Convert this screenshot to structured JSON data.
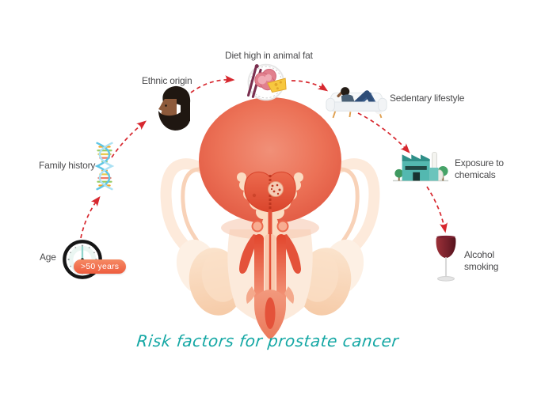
{
  "title": {
    "text": "Risk factors for prostate cancer",
    "color": "#14a7a4"
  },
  "factors": [
    {
      "label": "Age",
      "icon": "clock-icon",
      "badge": ">50 years"
    },
    {
      "label": "Family history",
      "icon": "dna-icon"
    },
    {
      "label": "Ethnic origin",
      "icon": "man-profile-icon"
    },
    {
      "label": "Diet high in animal fat",
      "icon": "food-plate-icon"
    },
    {
      "label": "Sedentary lifestyle",
      "icon": "person-on-couch-icon"
    },
    {
      "label": "Exposure to chemicals",
      "icon": "factory-icon"
    },
    {
      "label": "Alcohol smoking",
      "icon": "wine-glass-icon"
    }
  ],
  "flow": {
    "arrow_color": "#d7282f",
    "arrow_style": "dashed-arc"
  },
  "illustration": {
    "name": "male-reproductive-system-anatomy",
    "subject": "prostate with tumor",
    "palette": {
      "bladder": "#e8604a",
      "organ_red": "#e4523a",
      "tissue_light": "#fbdcc2",
      "tissue_lighter": "#fdf0e4",
      "tumor": "#f5cdb6"
    }
  },
  "colors": {
    "label_text": "#4b4b4d",
    "badge_bg": "#ee5c3e",
    "badge_text": "#ffffff",
    "title_teal": "#14a7a4",
    "arrow_red": "#d7282f"
  }
}
